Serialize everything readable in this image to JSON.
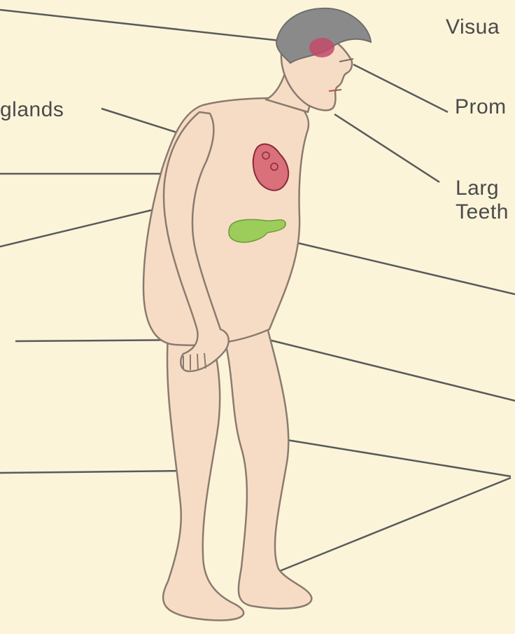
{
  "labels": {
    "visual": "Visua",
    "glands": "glands",
    "prominent": "Prom",
    "large_teeth": "Larg\nTeeth"
  },
  "colors": {
    "background": "#fbf4d9",
    "skin": "#f7dcc5",
    "outline": "#8a7b70",
    "hair": "#8a8a8a",
    "pituitary": "#c24a6a",
    "heart": "#d9707a",
    "pancreas": "#9ccc5a",
    "leader_line": "#5a5a5a"
  }
}
